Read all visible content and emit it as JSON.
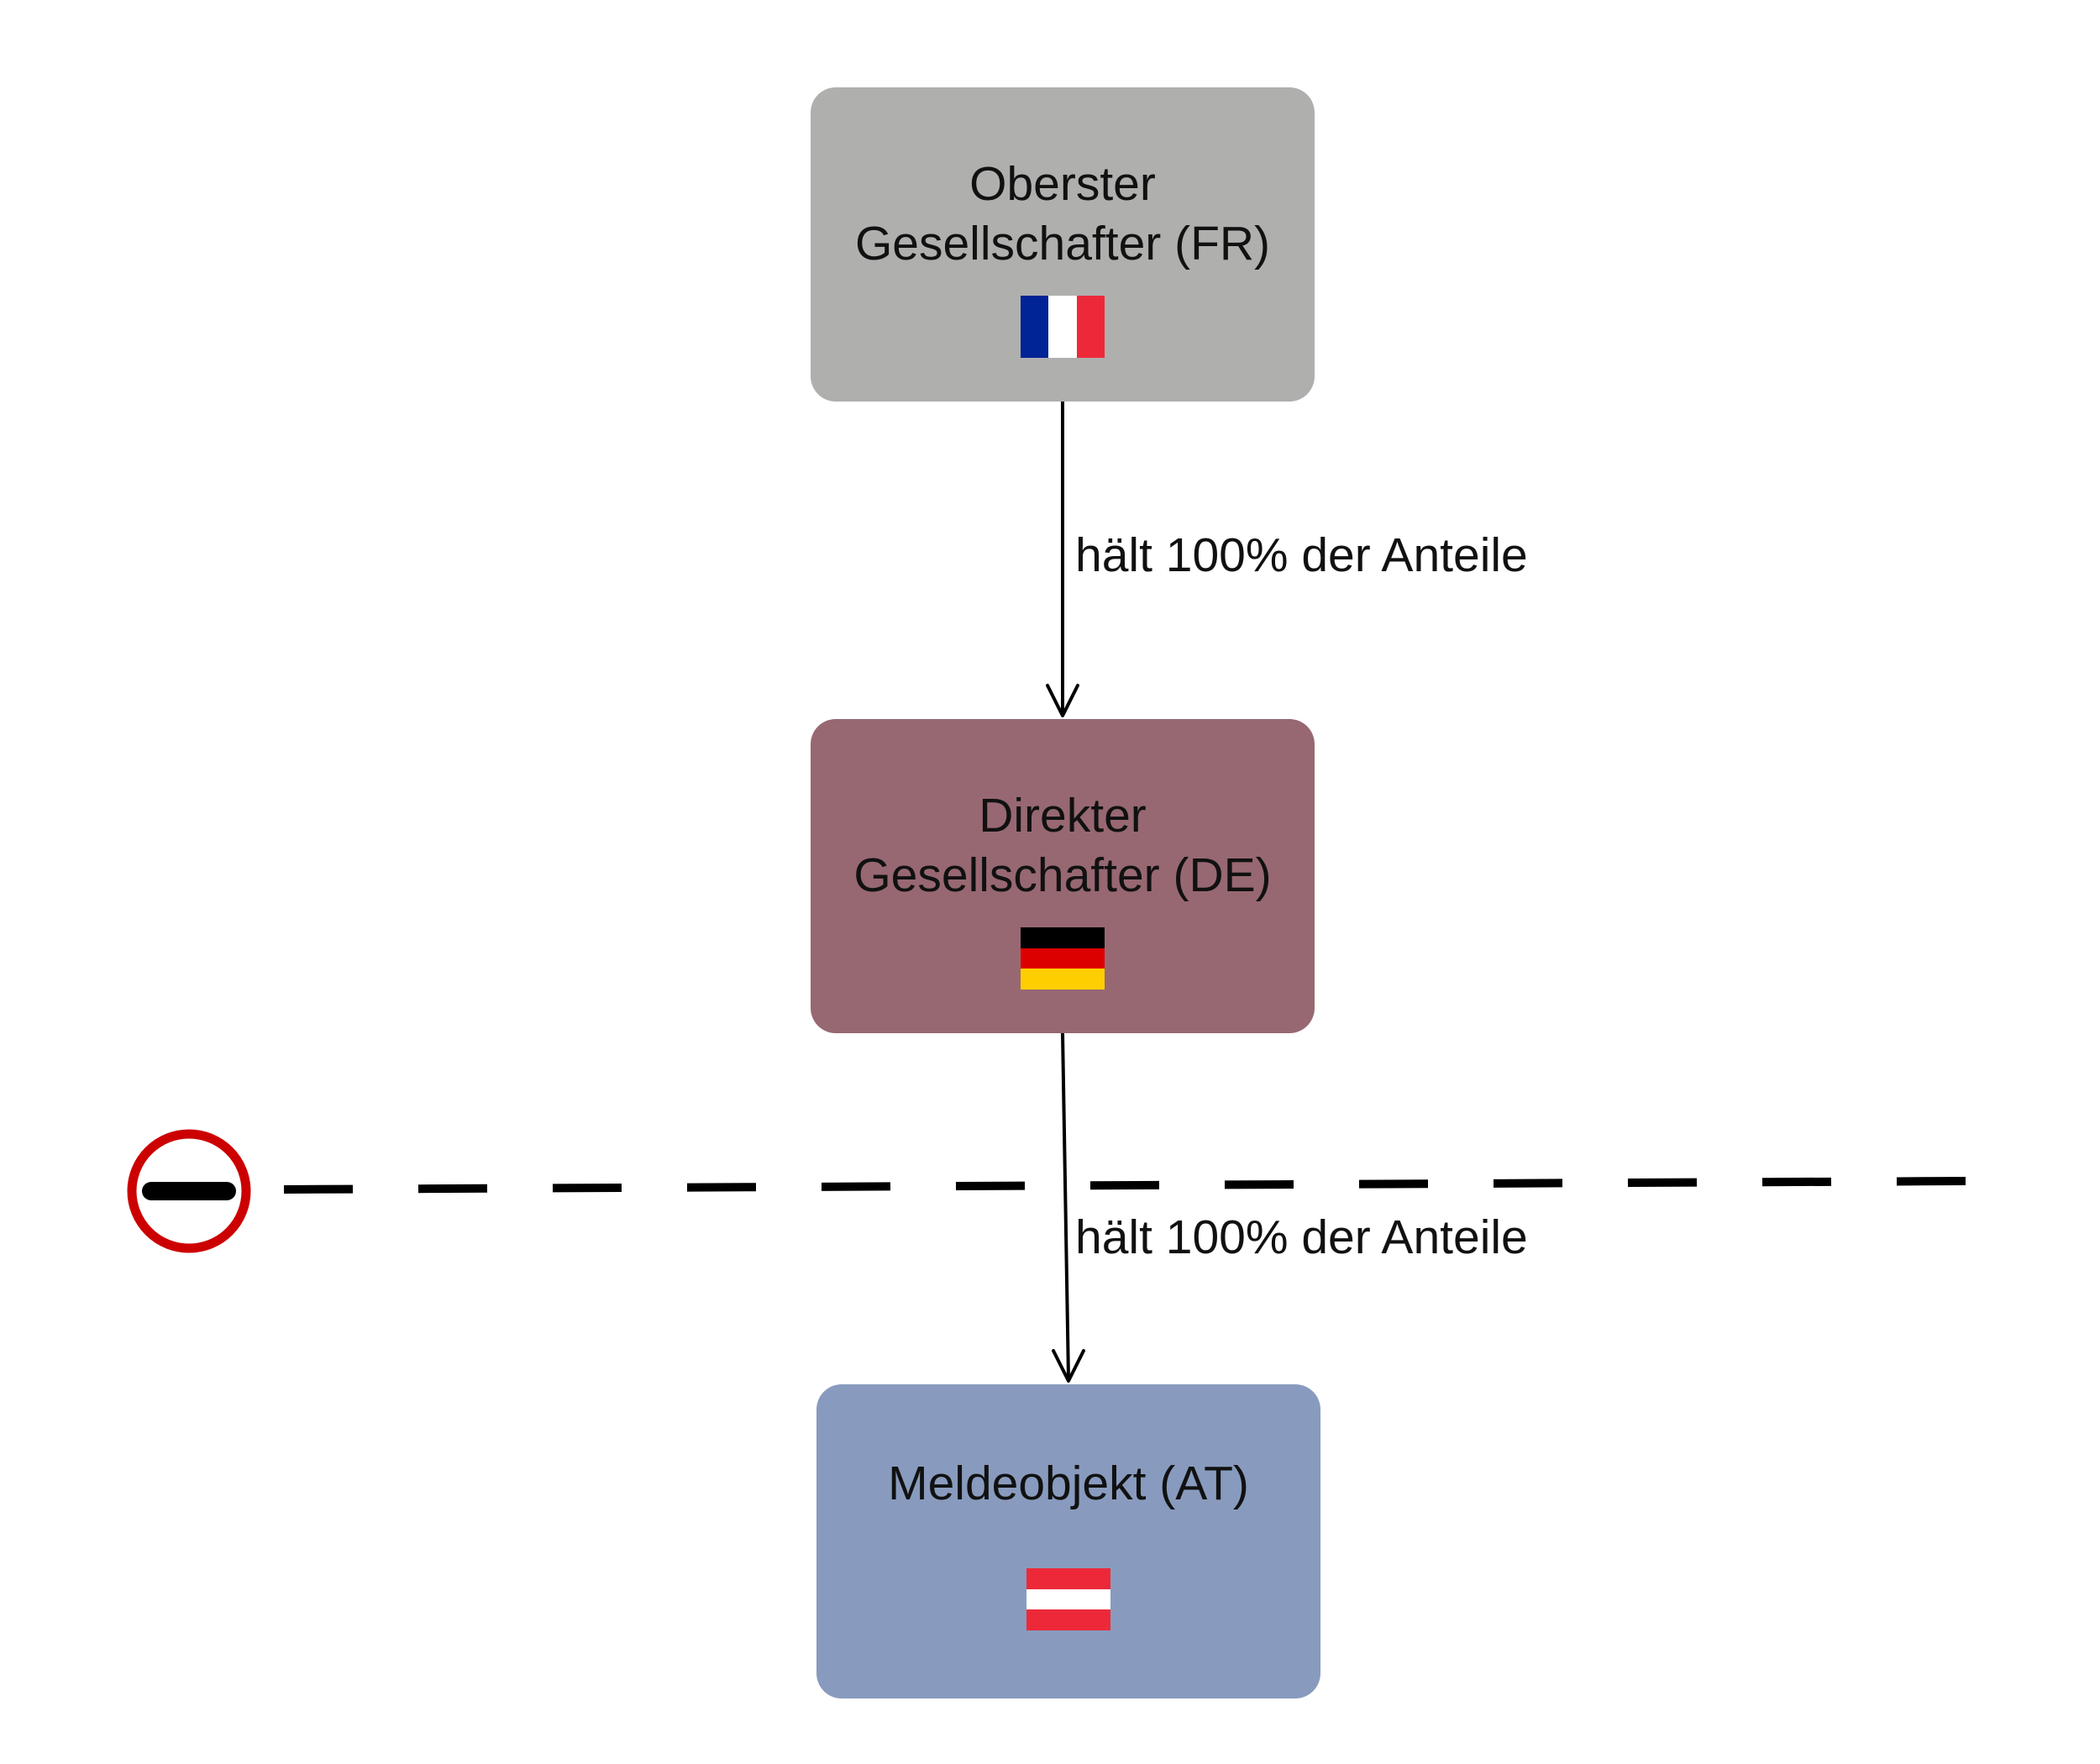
{
  "diagram": {
    "nodes": [
      {
        "id": "fr",
        "label_line1": "Oberster",
        "label_line2": "Gesellschafter (FR)",
        "fill": "#afafae",
        "flag": {
          "country": "FR",
          "orientation": "vertical",
          "colors": [
            "#002395",
            "#ffffff",
            "#ed2939"
          ]
        }
      },
      {
        "id": "de",
        "label_line1": "Direkter",
        "label_line2": "Gesellschafter (DE)",
        "fill": "#976872",
        "flag": {
          "country": "DE",
          "orientation": "horizontal",
          "colors": [
            "#000000",
            "#dd0000",
            "#ffce00"
          ]
        }
      },
      {
        "id": "at",
        "label_line1": "Meldeobjekt (AT)",
        "fill": "#889bbe",
        "flag": {
          "country": "AT",
          "orientation": "horizontal",
          "colors": [
            "#ed2939",
            "#ffffff",
            "#ed2939"
          ]
        }
      }
    ],
    "edges": [
      {
        "from": "fr",
        "to": "de",
        "label": "hält 100% der Anteile"
      },
      {
        "from": "de",
        "to": "at",
        "label": "hält 100% der Anteile"
      }
    ],
    "boundary": {
      "style": "dashed",
      "color": "#000000"
    },
    "no_entry_sign": {
      "icon": "no-entry-icon",
      "ring_color": "#cc0000",
      "bar_color": "#000000"
    }
  }
}
